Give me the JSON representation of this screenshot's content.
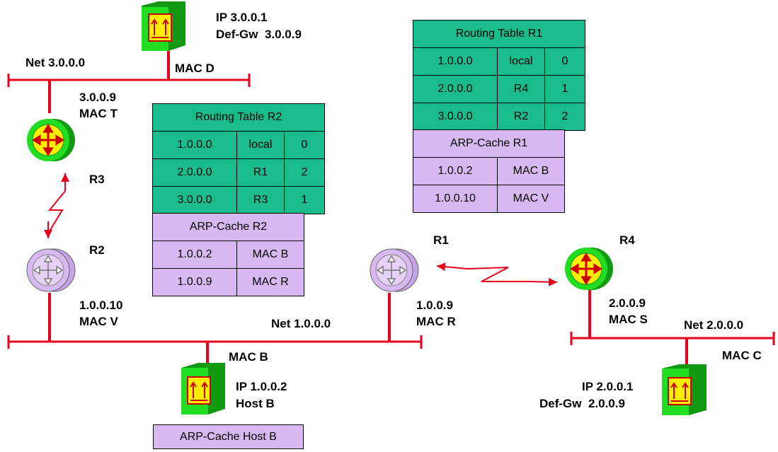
{
  "networks": {
    "net3": "Net 3.0.0.0",
    "net1": "Net 1.0.0.0",
    "net2": "Net 2.0.0.0"
  },
  "hosts": {
    "d": {
      "ip": "IP 3.0.0.1",
      "gw": "Def-Gw  3.0.0.9",
      "mac": "MAC D"
    },
    "b": {
      "ip": "IP 1.0.0.2",
      "name": "Host B",
      "mac": "MAC B"
    },
    "c": {
      "ip": "IP 2.0.0.1",
      "gw": "Def-Gw  2.0.0.9",
      "mac": "MAC C"
    }
  },
  "routers": {
    "r3": {
      "name": "R3",
      "ip": "3.0.0.9",
      "mac": "MAC T"
    },
    "r2": {
      "name": "R2",
      "ip": "1.0.0.10",
      "mac": "MAC V"
    },
    "r1": {
      "name": "R1",
      "ip": "1.0.0.9",
      "mac": "MAC R"
    },
    "r4": {
      "name": "R4",
      "ip": "2.0.0.9",
      "mac": "MAC S"
    }
  },
  "routing_r1": {
    "title": "Routing Table R1",
    "rows": [
      [
        "1.0.0.0",
        "local",
        "0"
      ],
      [
        "2.0.0.0",
        "R4",
        "1"
      ],
      [
        "3.0.0.0",
        "R2",
        "2"
      ]
    ]
  },
  "arp_r1": {
    "title": "ARP-Cache R1",
    "rows": [
      [
        "1.0.0.2",
        "MAC B"
      ],
      [
        "1.0.0.10",
        "MAC V"
      ]
    ]
  },
  "routing_r2": {
    "title": "Routing Table R2",
    "rows": [
      [
        "1.0.0.0",
        "local",
        "0"
      ],
      [
        "2.0.0.0",
        "R1",
        "2"
      ],
      [
        "3.0.0.0",
        "R3",
        "1"
      ]
    ]
  },
  "arp_r2": {
    "title": "ARP-Cache R2",
    "rows": [
      [
        "1.0.0.2",
        "MAC B"
      ],
      [
        "1.0.0.9",
        "MAC R"
      ]
    ]
  },
  "arp_host_b": {
    "title": "ARP-Cache Host B"
  },
  "colors": {
    "line": "#e8001c",
    "host_green": "#22dd22",
    "host_yellow": "#ffee00",
    "router_green": "#22dd22",
    "router_purple": "#d8b8f0",
    "table_green": "#1abc8c",
    "table_purple": "#d8b8f0"
  }
}
